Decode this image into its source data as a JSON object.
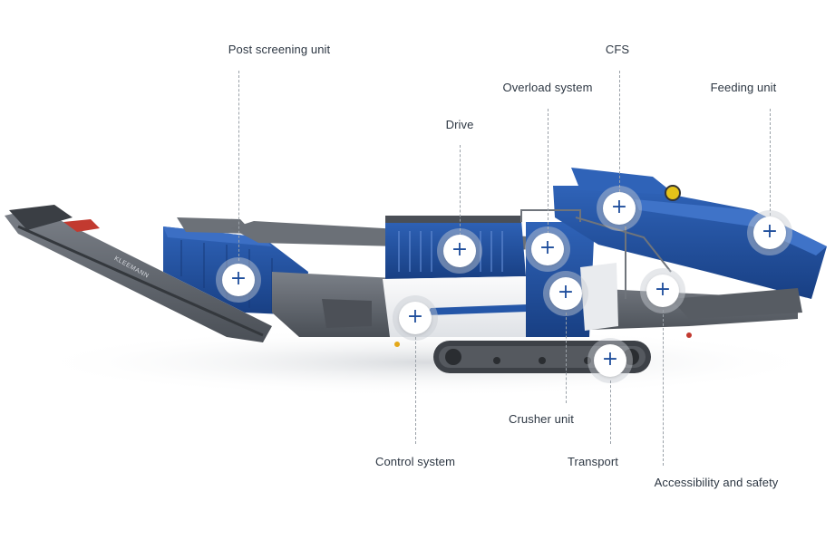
{
  "brand": {
    "primary_blue": "#1f4e9c",
    "steel_grey": "#5c6168"
  },
  "machine": {
    "nameplate": "KLEEMANN"
  },
  "hotspots": [
    {
      "id": "post-screening-unit",
      "label": "Post screening unit",
      "icon": "plus-icon"
    },
    {
      "id": "drive",
      "label": "Drive",
      "icon": "plus-icon"
    },
    {
      "id": "overload-system",
      "label": "Overload system",
      "icon": "plus-icon"
    },
    {
      "id": "cfs",
      "label": "CFS",
      "icon": "plus-icon"
    },
    {
      "id": "feeding-unit",
      "label": "Feeding unit",
      "icon": "plus-icon"
    },
    {
      "id": "control-system",
      "label": "Control system",
      "icon": "plus-icon"
    },
    {
      "id": "crusher-unit",
      "label": "Crusher unit",
      "icon": "plus-icon"
    },
    {
      "id": "transport",
      "label": "Transport",
      "icon": "plus-icon"
    },
    {
      "id": "accessibility-and-safety",
      "label": "Accessibility and safety",
      "icon": "plus-icon"
    }
  ],
  "plus_glyph": "+"
}
